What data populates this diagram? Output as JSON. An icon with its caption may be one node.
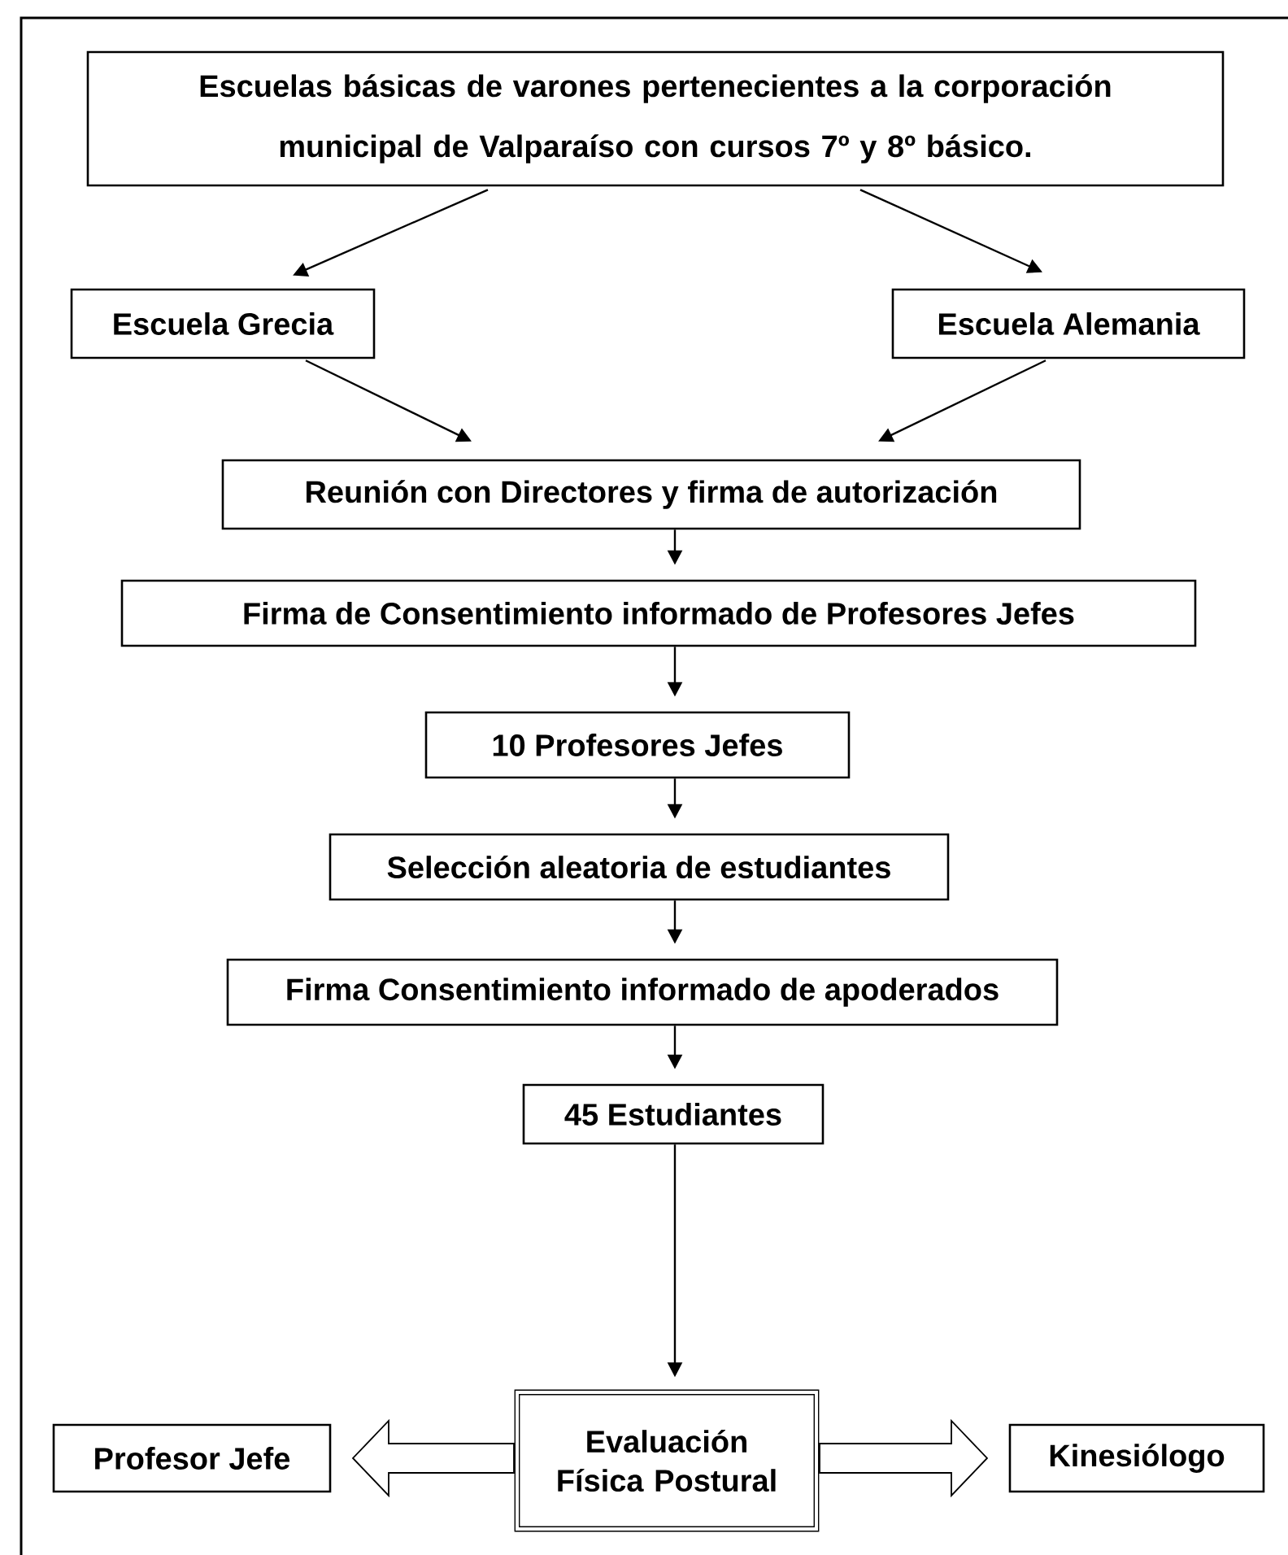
{
  "diagram": {
    "nodes": [
      {
        "text": [
          "Escuelas básicas de varones pertenecientes a la corporación municipal de Valparaíso con cursos 7º y 8º básico."
        ]
      },
      {
        "text": [
          "Escuela Grecia"
        ]
      },
      {
        "text": [
          "Escuela Alemania"
        ]
      },
      {
        "text": [
          "Reunión con Directores y firma de autorización"
        ]
      },
      {
        "text": [
          "Firma de Consentimiento informado de Profesores Jefes"
        ]
      },
      {
        "text": [
          "10 Profesores Jefes"
        ]
      },
      {
        "text": [
          "Selección aleatoria de estudiantes"
        ]
      },
      {
        "text": [
          "Firma Consentimiento informado de apoderados"
        ]
      },
      {
        "text": [
          "45 Estudiantes"
        ]
      },
      {
        "text": [
          "Evaluación Física Postural"
        ]
      },
      {
        "text": [
          "Profesor Jefe"
        ]
      },
      {
        "text": [
          "Kinesiólogo"
        ]
      }
    ],
    "edges": [
      {
        "from": 0,
        "to": 1,
        "arrow": "to"
      },
      {
        "from": 0,
        "to": 2,
        "arrow": "to"
      },
      {
        "from": 1,
        "to": 3,
        "arrow": "to"
      },
      {
        "from": 2,
        "to": 3,
        "arrow": "to"
      },
      {
        "from": 3,
        "to": 4,
        "arrow": "to"
      },
      {
        "from": 4,
        "to": 5,
        "arrow": "to"
      },
      {
        "from": 5,
        "to": 6,
        "arrow": "to"
      },
      {
        "from": 6,
        "to": 7,
        "arrow": "to"
      },
      {
        "from": 7,
        "to": 8,
        "arrow": "to"
      },
      {
        "from": 8,
        "to": 9,
        "arrow": "to"
      },
      {
        "from": 9,
        "to": 10,
        "arrow": "to",
        "style": "thick"
      },
      {
        "from": 9,
        "to": 11,
        "arrow": "to",
        "style": "thick"
      }
    ]
  }
}
